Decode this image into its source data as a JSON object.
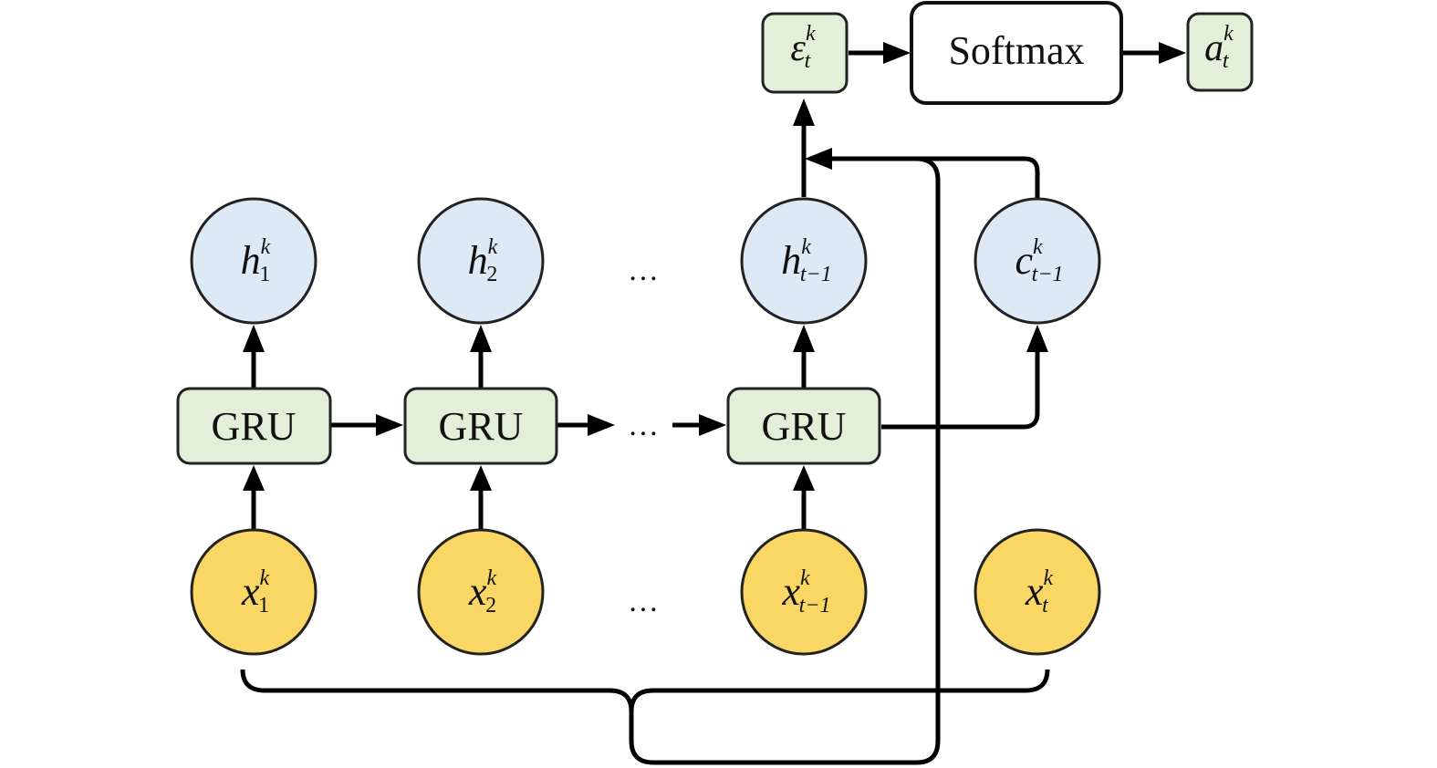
{
  "diagram": {
    "colors": {
      "gru_fill": "#e2efd9",
      "hidden_fill": "#dde9f5",
      "input_fill": "#fad764",
      "stroke": "#000000"
    },
    "gru_label": "GRU",
    "softmax_label": "Softmax",
    "ellipsis": "…",
    "hidden_nodes": [
      {
        "base": "h",
        "sup": "k",
        "sub": "1"
      },
      {
        "base": "h",
        "sup": "k",
        "sub": "2"
      },
      {
        "base": "h",
        "sup": "k",
        "sub": "t−1"
      }
    ],
    "context_node": {
      "base": "c",
      "sup": "k",
      "sub": "t−1"
    },
    "input_nodes": [
      {
        "base": "x",
        "sup": "k",
        "sub": "1"
      },
      {
        "base": "x",
        "sup": "k",
        "sub": "2"
      },
      {
        "base": "x",
        "sup": "k",
        "sub": "t−1"
      },
      {
        "base": "x",
        "sup": "k",
        "sub": "t"
      }
    ],
    "epsilon_node": {
      "base": "ε",
      "sup": "k",
      "sub": "t"
    },
    "attention_node": {
      "base": "a",
      "sup": "k",
      "sub": "t"
    }
  }
}
